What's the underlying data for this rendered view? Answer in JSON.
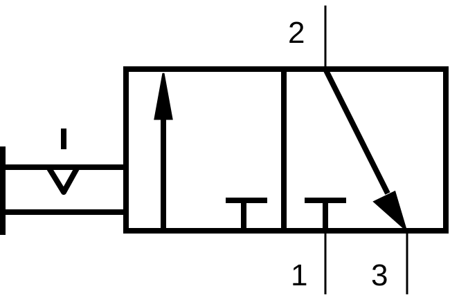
{
  "ports": {
    "port_2": "2",
    "port_1": "1",
    "port_3": "3"
  },
  "colors": {
    "line": "#000000",
    "background": "#ffffff"
  }
}
